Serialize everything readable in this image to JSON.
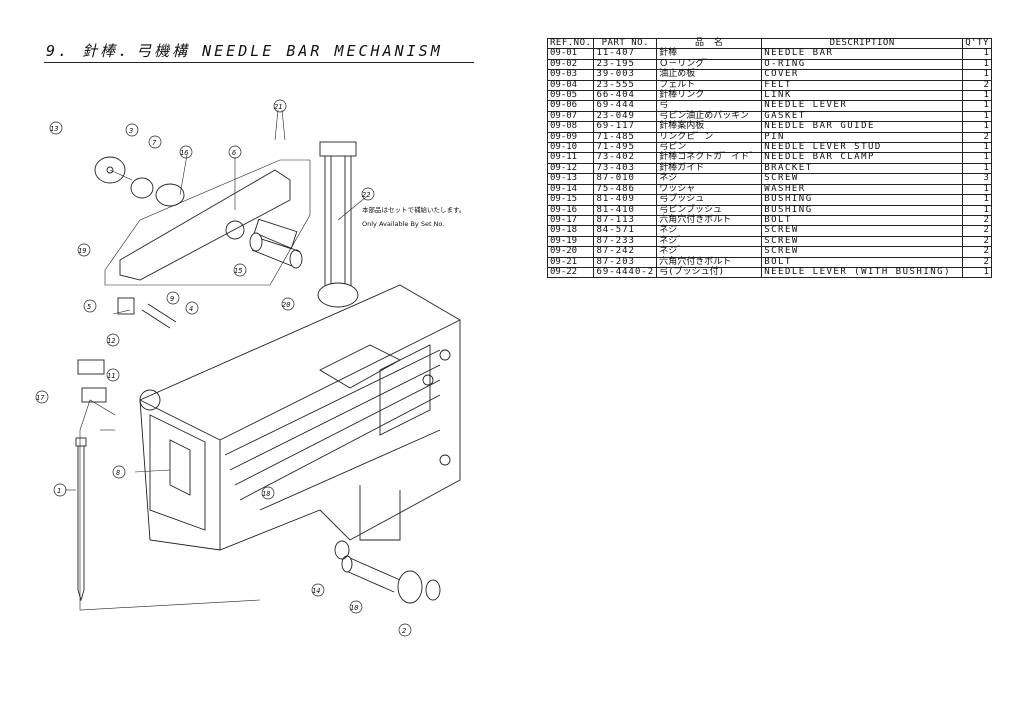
{
  "title": "9. 針棒．弓機構 NEEDLE BAR MECHANISM",
  "diagram": {
    "note_jp": "本部品はセットで補給いたします。",
    "note_en": "Only Available By Set No.",
    "callouts": [
      "1",
      "2",
      "3",
      "4",
      "5",
      "6",
      "7",
      "8",
      "9",
      "10",
      "11",
      "12",
      "13",
      "14",
      "15",
      "16",
      "17",
      "18",
      "19",
      "20",
      "21",
      "22"
    ]
  },
  "table": {
    "headers": {
      "ref": "REF.NO.",
      "part": "PART NO.",
      "name": "品　名",
      "desc": "DESCRIPTION",
      "qty": "Q'TY"
    },
    "rows": [
      {
        "ref": "09-01",
        "part": "11-407",
        "name": "針棒",
        "desc": "NEEDLE BAR",
        "qty": "1"
      },
      {
        "ref": "09-02",
        "part": "23-195",
        "name": "Ｏ－リング゛",
        "desc": "O-RING",
        "qty": "1"
      },
      {
        "ref": "09-03",
        "part": "39-003",
        "name": "油止め板",
        "desc": "COVER",
        "qty": "1"
      },
      {
        "ref": "09-04",
        "part": "23-555",
        "name": "フェルト",
        "desc": "FELT",
        "qty": "2"
      },
      {
        "ref": "09-05",
        "part": "66-404",
        "name": "針棒リンク",
        "desc": "LINK",
        "qty": "1"
      },
      {
        "ref": "09-06",
        "part": "69-444",
        "name": "弓",
        "desc": "NEEDLE LEVER",
        "qty": "1"
      },
      {
        "ref": "09-07",
        "part": "23-049",
        "name": "弓ピン油止めパッキン",
        "desc": "GASKET",
        "qty": "1"
      },
      {
        "ref": "09-08",
        "part": "69-117",
        "name": "針棒案内板",
        "desc": "NEEDLE BAR GUIDE",
        "qty": "1"
      },
      {
        "ref": "09-09",
        "part": "71-485",
        "name": "リンクピ゛ン",
        "desc": "PIN",
        "qty": "2"
      },
      {
        "ref": "09-10",
        "part": "71-495",
        "name": "弓ピン",
        "desc": "NEEDLE LEVER STUD",
        "qty": "1"
      },
      {
        "ref": "09-11",
        "part": "73-402",
        "name": "針棒コネクトガ゛イド゛",
        "desc": "NEEDLE BAR CLAMP",
        "qty": "1"
      },
      {
        "ref": "09-12",
        "part": "73-403",
        "name": "針棒ガイド",
        "desc": "BRACKET",
        "qty": "1"
      },
      {
        "ref": "09-13",
        "part": "87-010",
        "name": "ネジ",
        "desc": "SCREW",
        "qty": "3"
      },
      {
        "ref": "09-14",
        "part": "75-486",
        "name": "ワッシャ",
        "desc": "WASHER",
        "qty": "1"
      },
      {
        "ref": "09-15",
        "part": "81-409",
        "name": "弓ブッシュ",
        "desc": "BUSHING",
        "qty": "1"
      },
      {
        "ref": "09-16",
        "part": "81-410",
        "name": "弓ピンブッシュ",
        "desc": "BUSHING",
        "qty": "1"
      },
      {
        "ref": "09-17",
        "part": "87-113",
        "name": "六角穴付きボルト",
        "desc": "BOLT",
        "qty": "2"
      },
      {
        "ref": "09-18",
        "part": "84-571",
        "name": "ネジ",
        "desc": "SCREW",
        "qty": "2"
      },
      {
        "ref": "09-19",
        "part": "87-233",
        "name": "ネジ゛",
        "desc": "SCREW",
        "qty": "2"
      },
      {
        "ref": "09-20",
        "part": "87-242",
        "name": "ネジ゛",
        "desc": "SCREW",
        "qty": "2"
      },
      {
        "ref": "09-21",
        "part": "87-203",
        "name": "六角穴付きボルト",
        "desc": "BOLT",
        "qty": "2"
      },
      {
        "ref": "09-22",
        "part": "69-4440-2",
        "name": "弓(ブッシュ付)",
        "desc": "NEEDLE LEVER (WITH BUSHING)",
        "qty": "1"
      }
    ]
  }
}
